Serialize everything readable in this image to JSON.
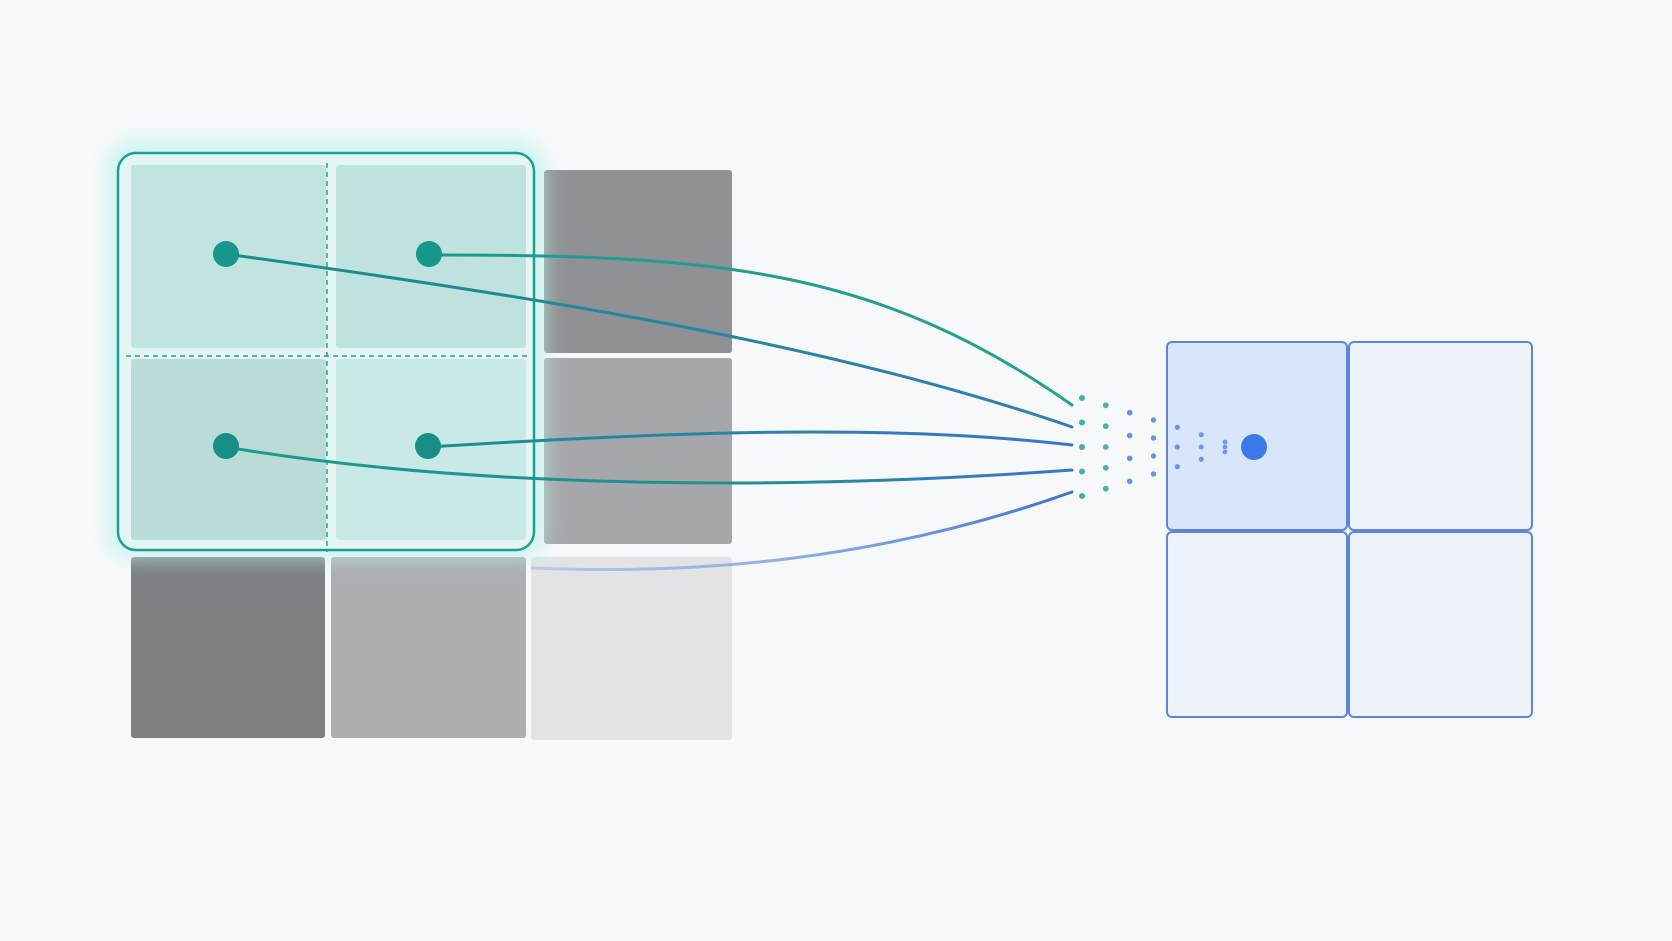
{
  "diagram": {
    "description_visible_text": "",
    "input_grid": {
      "rows": 3,
      "cols": 3,
      "cell_shades": [
        [
          "teal",
          "teal",
          "gray-dark"
        ],
        [
          "teal",
          "teal",
          "gray-mid"
        ],
        [
          "gray-dark",
          "gray-mid",
          "gray-light"
        ]
      ]
    },
    "kernel_window": {
      "rows": 2,
      "cols": 2,
      "origin_row": 0,
      "origin_col": 0
    },
    "output_grid": {
      "rows": 2,
      "cols": 2,
      "highlighted_cell": [
        0,
        0
      ]
    },
    "connection_count": 5
  },
  "colors": {
    "background": "#f7f8fa",
    "window_border": "#1f9e90",
    "window_glow": "#a8efe6",
    "window_fill": "#c6e8e4",
    "teal_dot": "#17968a",
    "teal_line": "#1e9a8c",
    "blue_line": "#3b74d1",
    "blue_dot": "#3b7be8",
    "gray_dark": "#8a8c90",
    "gray_mid": "#a9abaf",
    "gray_light": "#e3e4e6",
    "output_border": "#5b86d6",
    "output_fill": "#eef2fb",
    "output_highlight": "#d9e5fb"
  }
}
